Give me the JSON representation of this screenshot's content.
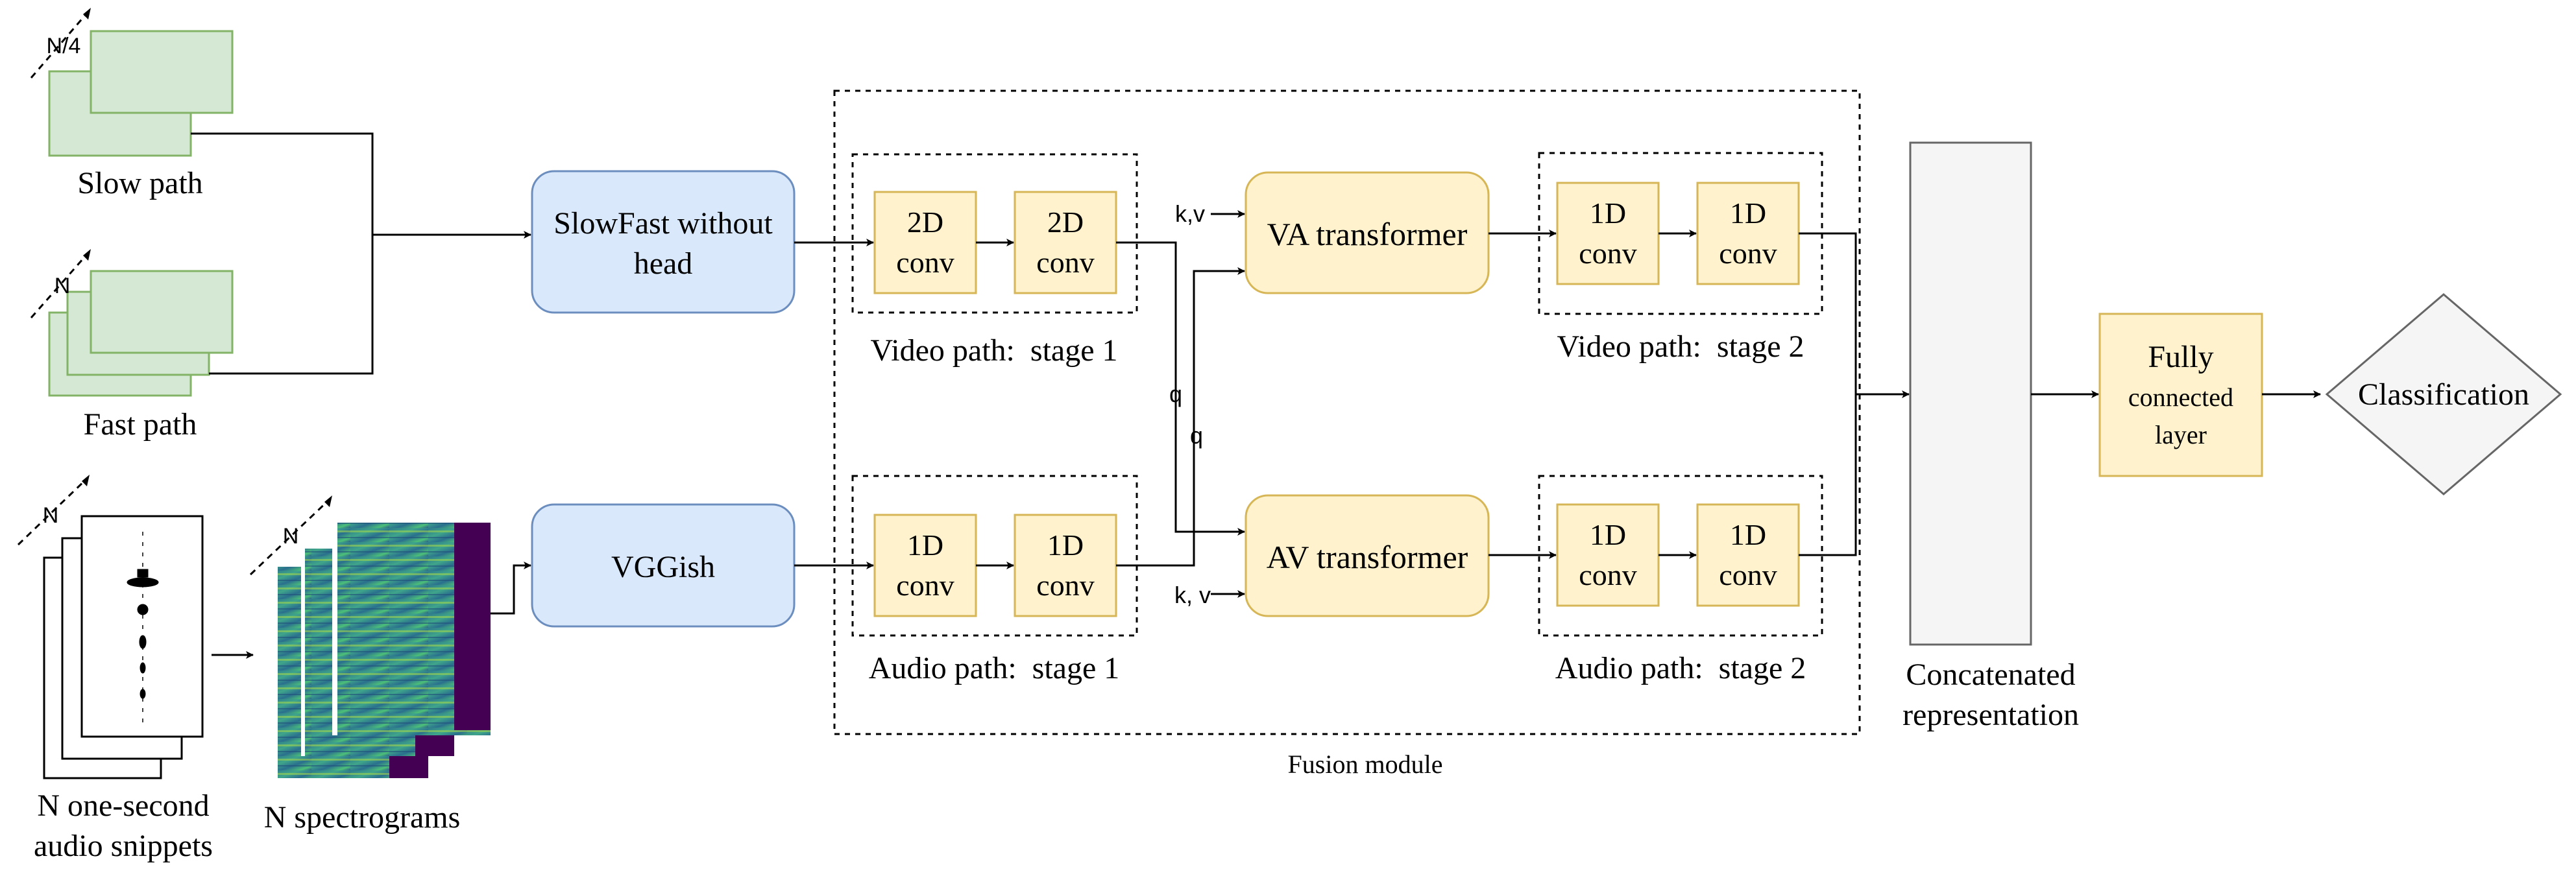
{
  "input": {
    "slow_label": "Slow path",
    "fast_label": "Fast path",
    "slow_count": "N/4",
    "fast_count": "N",
    "audio_count": "N",
    "spec_count": "N",
    "audio_label_line1": "N one-second",
    "audio_label_line2": "audio snippets",
    "spec_label": "N spectrograms"
  },
  "backbone": {
    "slowfast_line1": "SlowFast without",
    "slowfast_line2": "head",
    "vggish": "VGGish"
  },
  "fusion": {
    "label": "Fusion module",
    "video_stage1": {
      "caption": "Video path:  stage 1",
      "conv_a": [
        "2D",
        "conv"
      ],
      "conv_b": [
        "2D",
        "conv"
      ]
    },
    "audio_stage1": {
      "caption": "Audio path:  stage 1",
      "conv_a": [
        "1D",
        "conv"
      ],
      "conv_b": [
        "1D",
        "conv"
      ]
    },
    "va_transformer": "VA transformer",
    "av_transformer": "AV transformer",
    "kv_top": "k,v",
    "kv_bottom": "k, v",
    "q_left": "q",
    "q_right": "q",
    "video_stage2": {
      "caption": "Video path:  stage 2",
      "conv_a": [
        "1D",
        "conv"
      ],
      "conv_b": [
        "1D",
        "conv"
      ]
    },
    "audio_stage2": {
      "caption": "Audio path:  stage 2",
      "conv_a": [
        "1D",
        "conv"
      ],
      "conv_b": [
        "1D",
        "conv"
      ]
    }
  },
  "output": {
    "concat_line1": "Concatenated",
    "concat_line2": "representation",
    "fc_line1": "Fully",
    "fc_line2": "connected",
    "fc_line3": "layer",
    "classification": "Classification"
  },
  "colors": {
    "green_fill": "#d5e8d4",
    "green_stroke": "#82b366",
    "blue_fill": "#dae8fc",
    "blue_stroke": "#6c8ebf",
    "yellow_fill": "#fff2cc",
    "yellow_stroke": "#d6b656",
    "gray_fill": "#f5f5f5",
    "gray_stroke": "#666666"
  }
}
